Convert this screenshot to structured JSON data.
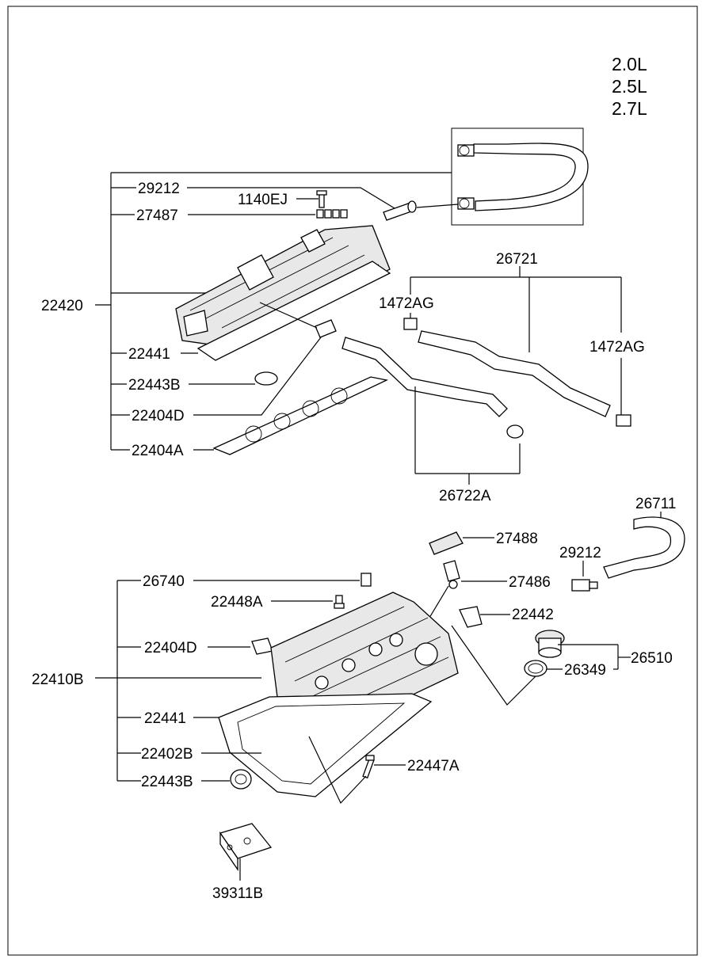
{
  "engines": [
    "2.0L",
    "2.5L",
    "2.7L"
  ],
  "labels": {
    "p29212_top": "29212",
    "p1140EJ": "1140EJ",
    "p27487": "27487",
    "p22420": "22420",
    "p26721": "26721",
    "p1472AG_left": "1472AG",
    "p1472AG_right": "1472AG",
    "p22441_top": "22441",
    "p22443B_top": "22443B",
    "p22404D_top": "22404D",
    "p22404A": "22404A",
    "p26722A": "26722A",
    "p26711": "26711",
    "p27488": "27488",
    "p29212_right": "29212",
    "p26740": "26740",
    "p27486": "27486",
    "p22448A": "22448A",
    "p22442": "22442",
    "p22404D_bottom": "22404D",
    "p26510": "26510",
    "p26349": "26349",
    "p22410B": "22410B",
    "p22441_bottom": "22441",
    "p22402B": "22402B",
    "p22447A": "22447A",
    "p22443B_bottom": "22443B",
    "p39311B": "39311B"
  }
}
